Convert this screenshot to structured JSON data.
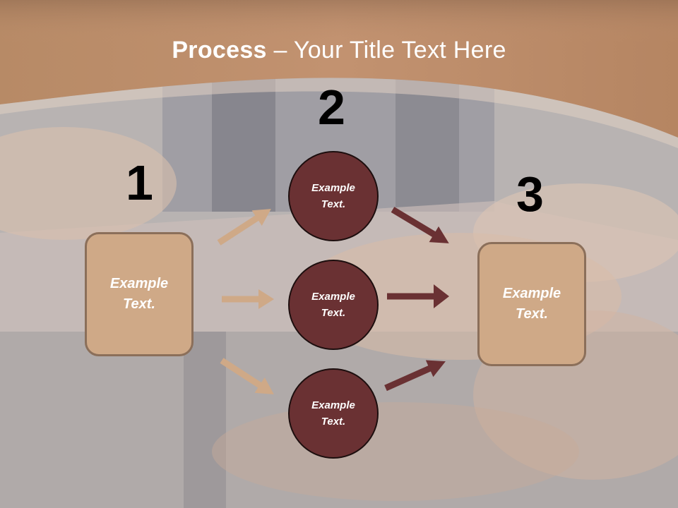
{
  "title": {
    "bold": "Process",
    "rest": " – Your Title Text Here"
  },
  "steps": {
    "step1": "1",
    "step2": "2",
    "step3": "3"
  },
  "left_box": {
    "line1": "Example",
    "line2": "Text."
  },
  "right_box": {
    "line1": "Example",
    "line2": "Text."
  },
  "circles": [
    {
      "line1": "Example",
      "line2": "Text."
    },
    {
      "line1": "Example",
      "line2": "Text."
    },
    {
      "line1": "Example",
      "line2": "Text."
    }
  ],
  "colors": {
    "header_brown": "#b98a66",
    "box_fill": "#cfa987",
    "circle_fill": "#6a3133",
    "arrow_light": "#cfa987",
    "arrow_dark": "#6a3133"
  }
}
